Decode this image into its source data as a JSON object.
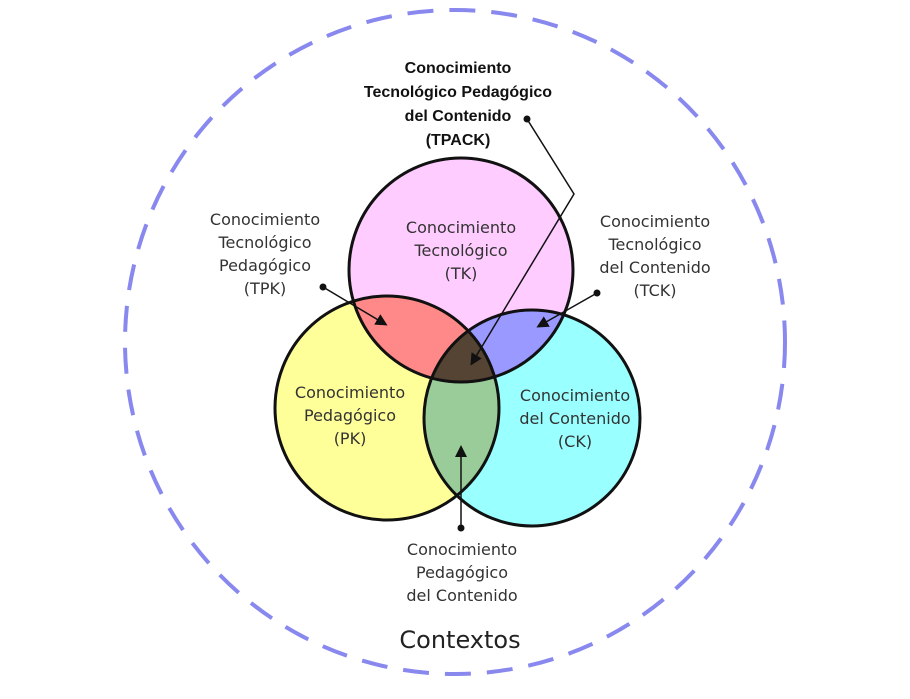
{
  "diagram": {
    "tpack_label": "Conocimiento\nTecnológico Pedagógico\ndel Contenido\n(TPACK)",
    "tk_label": "Conocimiento\nTecnológico\n(TK)",
    "pk_label": "Conocimiento\nPedagógico\n(PK)",
    "ck_label": "Conocimiento\ndel Contenido\n(CK)",
    "tpk_label": "Conocimiento\nTecnológico\nPedagógico\n(TPK)",
    "tck_label": "Conocimiento\nTecnológico\ndel Contenido\n(TCK)",
    "pck_label": "Conocimiento\nPedagógico\ndel Contenido",
    "context_label": "Contextos"
  },
  "colors": {
    "tk": "#ffccff",
    "pk": "#ffff99",
    "ck": "#99ffff",
    "tpk": "#ff8888",
    "tck": "#9999ff",
    "pck": "#99cc99",
    "tpack": "#554433",
    "context_ring": "#8888ee"
  }
}
